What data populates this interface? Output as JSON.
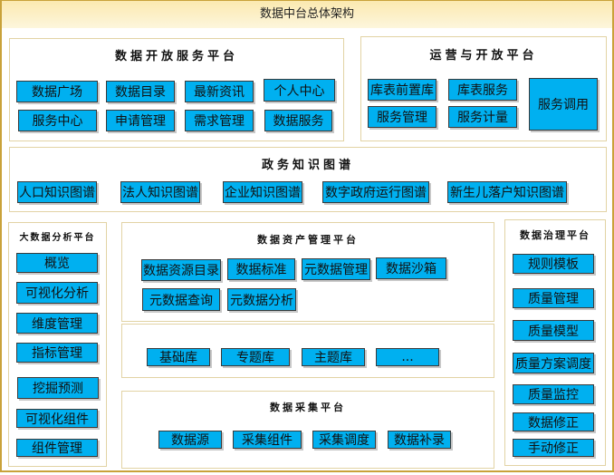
{
  "title": "数据中台总体架构",
  "open_service": {
    "title": "数据开放服务平台",
    "items": [
      "数据广场",
      "数据目录",
      "最新资讯",
      "个人中心",
      "服务中心",
      "申请管理",
      "需求管理",
      "数据服务"
    ]
  },
  "ops": {
    "title": "运营与开放平台",
    "items": [
      "库表前置库",
      "库表服务",
      "服务调用",
      "服务管理",
      "服务计量"
    ]
  },
  "knowledge": {
    "title": "政务知识图谱",
    "items": [
      "人口知识图谱",
      "法人知识图谱",
      "企业知识图谱",
      "数字政府运行图谱",
      "新生儿落户知识图谱"
    ]
  },
  "analysis": {
    "title": "大数据分析平台",
    "items": [
      "概览",
      "可视化分析",
      "维度管理",
      "指标管理",
      "挖掘预测",
      "可视化组件",
      "组件管理"
    ]
  },
  "asset": {
    "title": "数据资产管理平台",
    "items": [
      "数据资源目录",
      "数据标准",
      "元数据管理",
      "数据沙箱",
      "元数据查询",
      "元数据分析"
    ]
  },
  "libs": {
    "items": [
      "基础库",
      "专题库",
      "主题库",
      "..."
    ]
  },
  "collect": {
    "title": "数据采集平台",
    "items": [
      "数据源",
      "采集组件",
      "采集调度",
      "数据补录"
    ]
  },
  "governance": {
    "title": "数据治理平台",
    "items": [
      "规则模板",
      "质量管理",
      "质量模型",
      "质量方案调度",
      "质量监控",
      "数据修正",
      "手动修正"
    ]
  }
}
